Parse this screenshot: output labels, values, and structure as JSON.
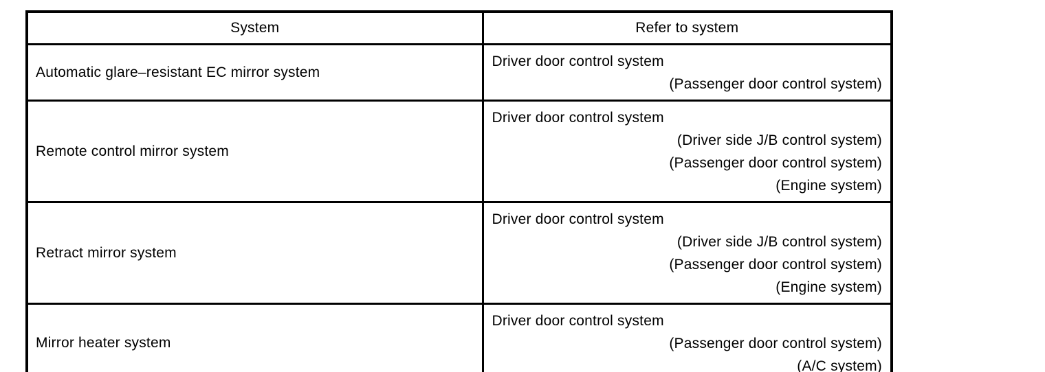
{
  "colors": {
    "border": "#000000",
    "background": "#ffffff",
    "text": "#000000"
  },
  "table": {
    "headers": [
      "System",
      "Refer to system"
    ],
    "rows": [
      {
        "system": "Automatic glare–resistant EC mirror system",
        "refer_primary": "Driver door control system",
        "refer_secondary": [
          "(Passenger door control system)"
        ]
      },
      {
        "system": "Remote control mirror system",
        "refer_primary": "Driver door control system",
        "refer_secondary": [
          "(Driver side J/B control system)",
          "(Passenger door control system)",
          "(Engine system)"
        ]
      },
      {
        "system": "Retract mirror system",
        "refer_primary": "Driver door control system",
        "refer_secondary": [
          "(Driver side J/B control system)",
          "(Passenger door control system)",
          "(Engine system)"
        ]
      },
      {
        "system": "Mirror heater system",
        "refer_primary": "Driver door control system",
        "refer_secondary": [
          "(Passenger door control system)",
          "(A/C system)"
        ]
      }
    ]
  }
}
